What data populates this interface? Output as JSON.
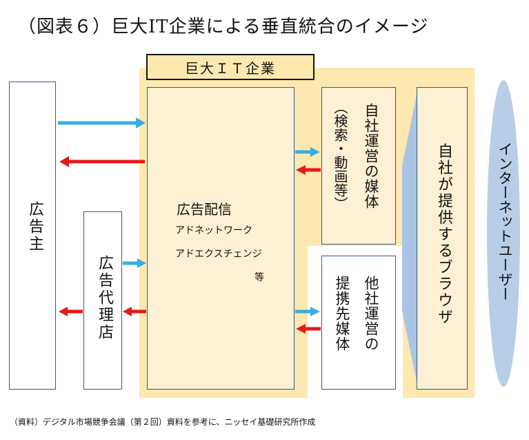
{
  "title": "（図表６）巨大IT企業による垂直統合のイメージ",
  "group_label": "巨大ＩＴ企業",
  "advertiser": "広告主",
  "agency": "広告代理店",
  "ad_delivery": {
    "heading": "広告配信",
    "lines": [
      "アドネットワーク",
      "アドエクスチェンジ"
    ],
    "etc": "等"
  },
  "own_media": {
    "label": "自社運営の媒体",
    "note": "（検索・動画等）"
  },
  "partner_media": {
    "label": "他社運営の",
    "note": "提携先媒体"
  },
  "browser": "自社が提供するブラウザ",
  "users": "インターネットユーザー",
  "source": "（資料）デジタル市場競争会議（第２回）資料を参考に、ニッセイ基礎研究所作成",
  "colors": {
    "arrow_blue": "#37aee2",
    "arrow_red": "#e41919",
    "group_fill": "#fde8b0",
    "user_fill": "#b8cee6",
    "border": "#2f5a91"
  }
}
